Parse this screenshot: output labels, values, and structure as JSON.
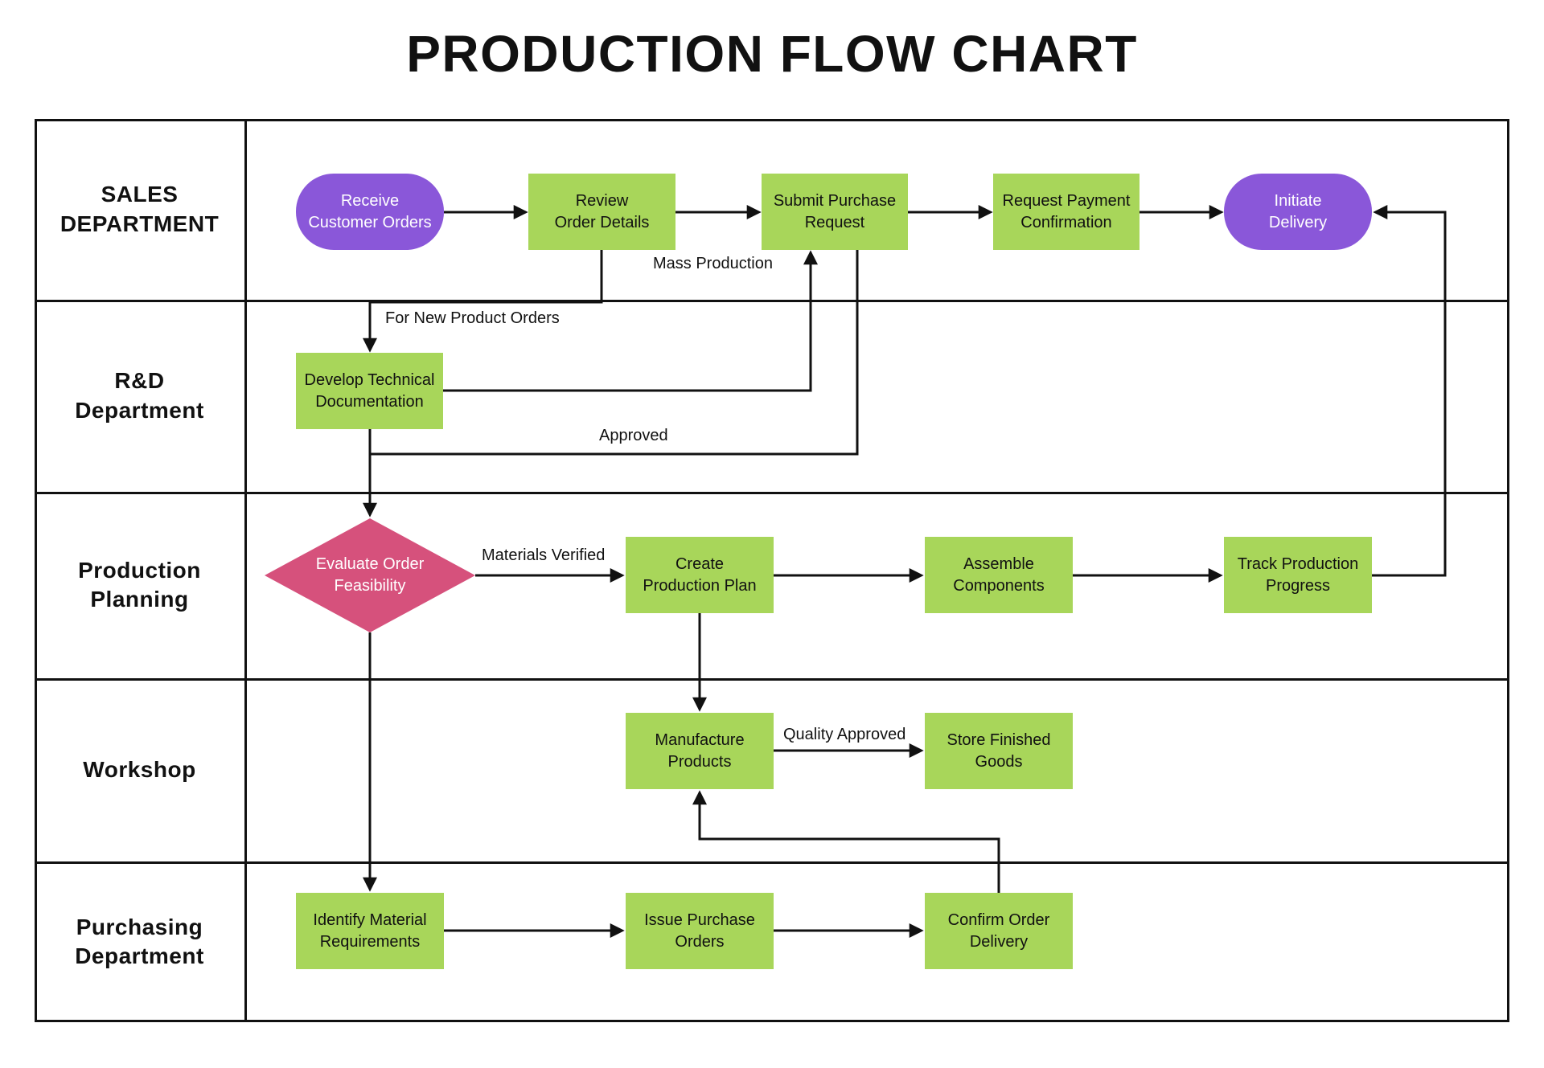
{
  "title": "PRODUCTION FLOW CHART",
  "colors": {
    "purple": "#8A57D9",
    "green": "#A8D65A",
    "pink": "#D6517C",
    "line": "#111111",
    "background": "#FFFFFF",
    "text_dark": "#111111",
    "text_light": "#FFFFFF"
  },
  "lanes": [
    {
      "label": "SALES\nDEPARTMENT"
    },
    {
      "label": "R&D\nDepartment"
    },
    {
      "label": "Production\nPlanning"
    },
    {
      "label": "Workshop"
    },
    {
      "label": "Purchasing\nDepartment"
    }
  ],
  "nodes": [
    {
      "id": "receive-customer-orders",
      "type": "start",
      "label": "Receive\nCustomer Orders"
    },
    {
      "id": "review-order-details",
      "type": "process",
      "label": "Review\nOrder Details"
    },
    {
      "id": "submit-purchase-request",
      "type": "process",
      "label": "Submit Purchase\nRequest"
    },
    {
      "id": "request-payment-confirmation",
      "type": "process",
      "label": "Request Payment\nConfirmation"
    },
    {
      "id": "initiate-delivery",
      "type": "end",
      "label": "Initiate\nDelivery"
    },
    {
      "id": "develop-technical-documentation",
      "type": "process",
      "label": "Develop Technical\nDocumentation"
    },
    {
      "id": "evaluate-order-feasibility",
      "type": "decision",
      "label": "Evaluate Order\nFeasibility"
    },
    {
      "id": "create-production-plan",
      "type": "process",
      "label": "Create\nProduction Plan"
    },
    {
      "id": "assemble-components",
      "type": "process",
      "label": "Assemble\nComponents"
    },
    {
      "id": "track-production-progress",
      "type": "process",
      "label": "Track Production\nProgress"
    },
    {
      "id": "manufacture-products",
      "type": "process",
      "label": "Manufacture\nProducts"
    },
    {
      "id": "store-finished-goods",
      "type": "process",
      "label": "Store Finished\nGoods"
    },
    {
      "id": "identify-material-requirements",
      "type": "process",
      "label": "Identify Material\nRequirements"
    },
    {
      "id": "issue-purchase-orders",
      "type": "process",
      "label": "Issue Purchase\nOrders"
    },
    {
      "id": "confirm-order-delivery",
      "type": "process",
      "label": "Confirm Order\nDelivery"
    }
  ],
  "edge_labels": [
    {
      "text": "Mass Production"
    },
    {
      "text": "For New Product Orders"
    },
    {
      "text": "Approved"
    },
    {
      "text": "Materials Verified"
    },
    {
      "text": "Quality Approved"
    }
  ]
}
